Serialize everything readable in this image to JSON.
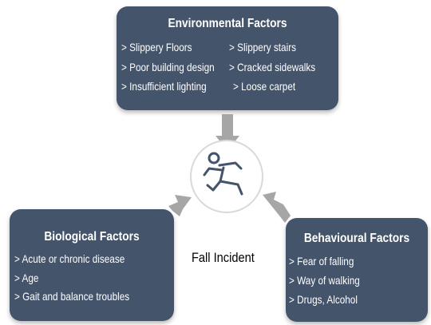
{
  "environmental": {
    "title": "Environmental Factors",
    "items": [
      "> Slippery Floors",
      "> Slippery stairs",
      "> Poor building design",
      "> Cracked sidewalks",
      "> Insufficient lighting",
      "> Loose carpet"
    ]
  },
  "biological": {
    "title": "Biological Factors",
    "items": [
      "> Acute or chronic disease",
      "> Age",
      "> Gait and balance troubles"
    ]
  },
  "behavioural": {
    "title": "Behavioural Factors",
    "items": [
      "> Fear of falling",
      "> Way of walking",
      "> Drugs, Alcohol"
    ]
  },
  "center": {
    "label": "Fall Incident",
    "icon": "falling-person-icon"
  },
  "colors": {
    "box_fill": "#44546a",
    "box_text": "#ffffff",
    "arrow": "#a6a6a6",
    "circle_border": "#d9d9d9",
    "icon_stroke": "#44546a"
  }
}
